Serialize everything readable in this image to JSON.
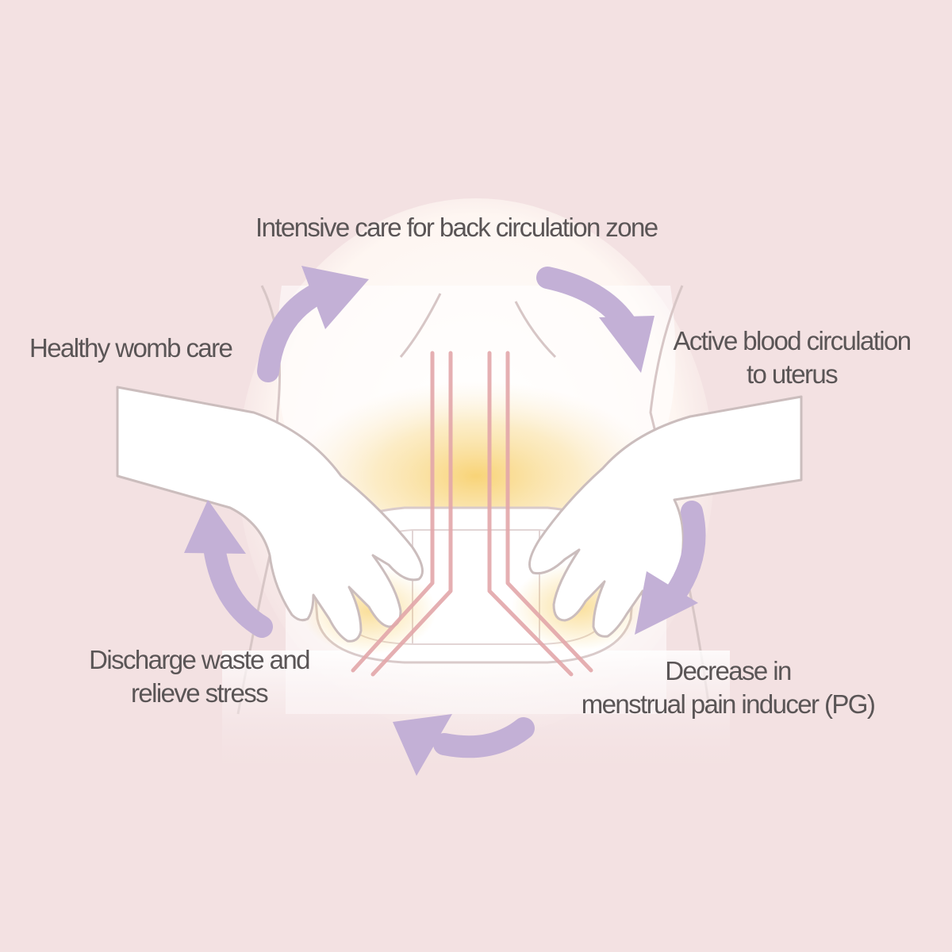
{
  "colors": {
    "background": "#f3e1e2",
    "arrow": "#c3b0d6",
    "text": "#5a5556",
    "line": "#e3a7aa",
    "glow": "#f6c54a",
    "skin": "#ffffff",
    "outline": "#c9bdbd"
  },
  "labels": {
    "top": "Intensive care for back circulation zone",
    "left_top": "Healthy womb care",
    "right_top": [
      "Active blood circulation",
      "to uterus"
    ],
    "left_bottom": [
      "Discharge waste and",
      "relieve stress"
    ],
    "right_bottom": [
      "Decrease in",
      "menstrual pain inducer (PG)"
    ]
  },
  "icons": [
    "circular-arrow-icon"
  ]
}
